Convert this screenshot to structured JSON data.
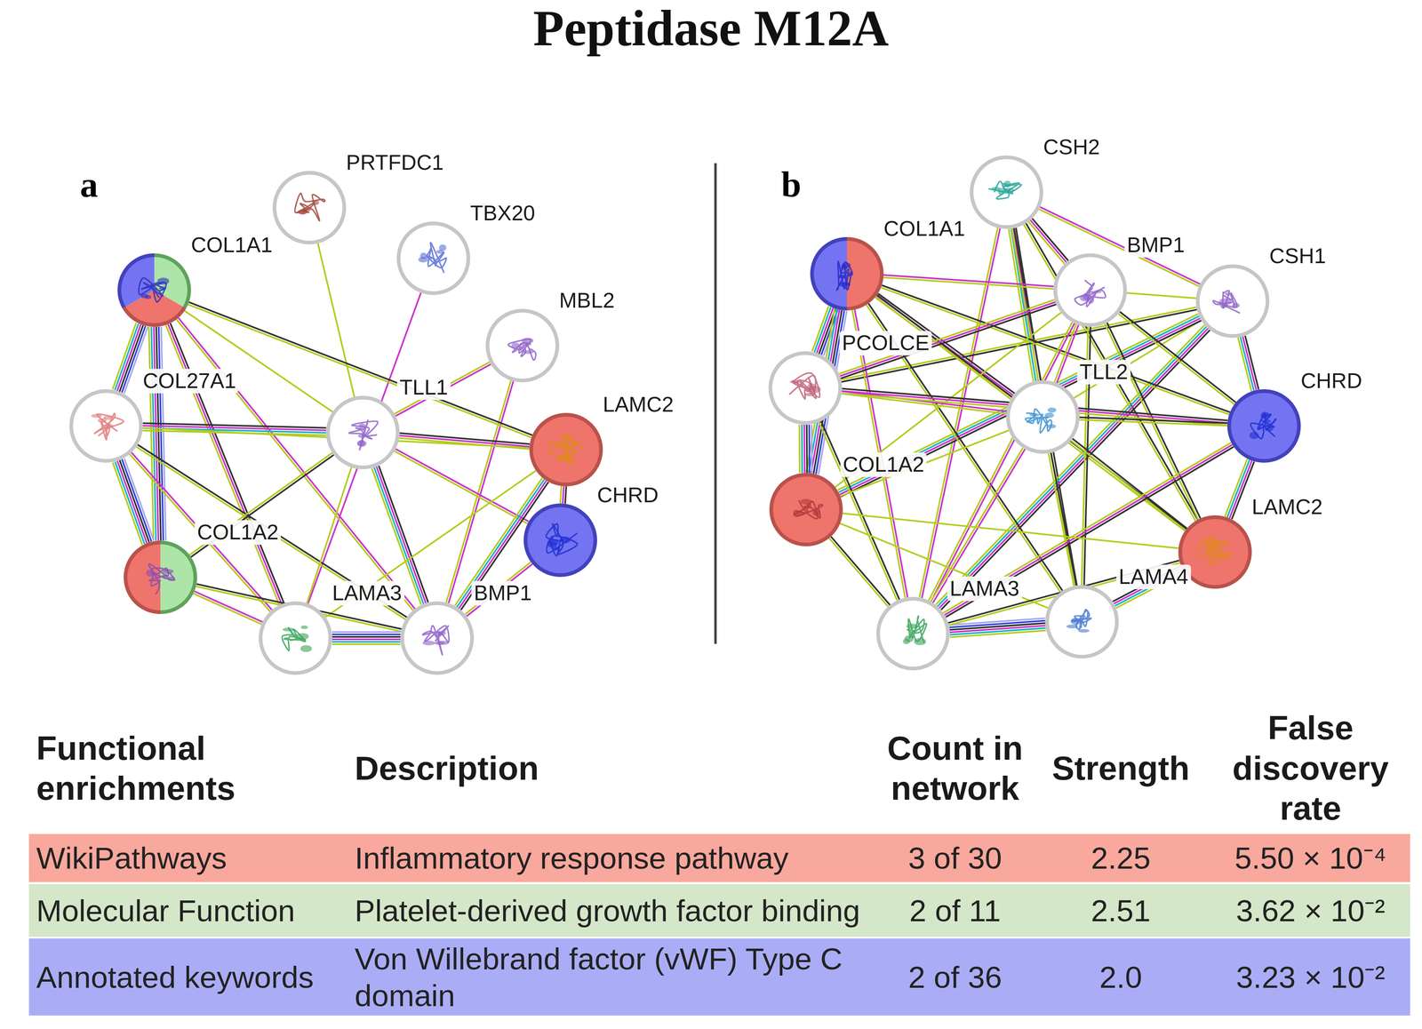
{
  "diagram": {
    "title": "Peptidase M12A",
    "nodes": [
      {
        "text": [
          "PRTFDC1"
        ]
      },
      {
        "text": [
          "TBX20"
        ]
      },
      {
        "text": [
          "COL1A1"
        ]
      },
      {
        "text": [
          "MBL2"
        ]
      },
      {
        "text": [
          "COL27A1"
        ]
      },
      {
        "text": [
          "TLL1"
        ]
      },
      {
        "text": [
          "LAMC2"
        ]
      },
      {
        "text": [
          "CHRD"
        ]
      },
      {
        "text": [
          "COL1A2"
        ]
      },
      {
        "text": [
          "LAMA3"
        ]
      },
      {
        "text": [
          "BMP1"
        ]
      },
      {
        "text": [
          "CSH2"
        ]
      },
      {
        "text": [
          "COL1A1"
        ]
      },
      {
        "text": [
          "BMP1"
        ]
      },
      {
        "text": [
          "CSH1"
        ]
      },
      {
        "text": [
          "PCOLCE"
        ]
      },
      {
        "text": [
          "TLL2"
        ]
      },
      {
        "text": [
          "CHRD"
        ]
      },
      {
        "text": [
          "COL1A2"
        ]
      },
      {
        "text": [
          "LAMC2"
        ]
      },
      {
        "text": [
          "LAMA3"
        ]
      },
      {
        "text": [
          "LAMA4"
        ]
      }
    ],
    "edges": [
      {
        "from": 0,
        "to": 5,
        "arrow": "none"
      },
      {
        "from": 1,
        "to": 9,
        "arrow": "none"
      },
      {
        "from": 3,
        "to": 5,
        "arrow": "none"
      },
      {
        "from": 3,
        "to": 10,
        "arrow": "none"
      },
      {
        "from": 2,
        "to": 4,
        "arrow": "none"
      },
      {
        "from": 2,
        "to": 8,
        "arrow": "none"
      },
      {
        "from": 2,
        "to": 5,
        "arrow": "none"
      },
      {
        "from": 2,
        "to": 9,
        "arrow": "none"
      },
      {
        "from": 2,
        "to": 10,
        "arrow": "none"
      },
      {
        "from": 2,
        "to": 6,
        "arrow": "none"
      },
      {
        "from": 4,
        "to": 8,
        "arrow": "none"
      },
      {
        "from": 4,
        "to": 5,
        "arrow": "none"
      },
      {
        "from": 4,
        "to": 9,
        "arrow": "none"
      },
      {
        "from": 4,
        "to": 10,
        "arrow": "none"
      },
      {
        "from": 4,
        "to": 6,
        "arrow": "none"
      },
      {
        "from": 5,
        "to": 6,
        "arrow": "none"
      },
      {
        "from": 5,
        "to": 7,
        "arrow": "none"
      },
      {
        "from": 5,
        "to": 8,
        "arrow": "none"
      },
      {
        "from": 5,
        "to": 9,
        "arrow": "none"
      },
      {
        "from": 5,
        "to": 10,
        "arrow": "none"
      },
      {
        "from": 6,
        "to": 7,
        "arrow": "none"
      },
      {
        "from": 6,
        "to": 9,
        "arrow": "none"
      },
      {
        "from": 6,
        "to": 10,
        "arrow": "none"
      },
      {
        "from": 7,
        "to": 10,
        "arrow": "none"
      },
      {
        "from": 8,
        "to": 9,
        "arrow": "none"
      },
      {
        "from": 8,
        "to": 10,
        "arrow": "none"
      },
      {
        "from": 9,
        "to": 10,
        "arrow": "none"
      },
      {
        "from": 11,
        "to": 13,
        "arrow": "none"
      },
      {
        "from": 11,
        "to": 14,
        "arrow": "none"
      },
      {
        "from": 11,
        "to": 16,
        "arrow": "none"
      },
      {
        "from": 11,
        "to": 20,
        "arrow": "none"
      },
      {
        "from": 11,
        "to": 21,
        "arrow": "none"
      },
      {
        "from": 11,
        "to": 19,
        "arrow": "none"
      },
      {
        "from": 14,
        "to": 13,
        "arrow": "none"
      },
      {
        "from": 14,
        "to": 16,
        "arrow": "none"
      },
      {
        "from": 14,
        "to": 17,
        "arrow": "none"
      },
      {
        "from": 14,
        "to": 20,
        "arrow": "none"
      },
      {
        "from": 14,
        "to": 18,
        "arrow": "none"
      },
      {
        "from": 14,
        "to": 15,
        "arrow": "none"
      },
      {
        "from": 12,
        "to": 13,
        "arrow": "none"
      },
      {
        "from": 12,
        "to": 15,
        "arrow": "none"
      },
      {
        "from": 12,
        "to": 16,
        "arrow": "none"
      },
      {
        "from": 12,
        "to": 18,
        "arrow": "none"
      },
      {
        "from": 12,
        "to": 20,
        "arrow": "none"
      },
      {
        "from": 12,
        "to": 21,
        "arrow": "none"
      },
      {
        "from": 12,
        "to": 19,
        "arrow": "none"
      },
      {
        "from": 12,
        "to": 17,
        "arrow": "none"
      },
      {
        "from": 13,
        "to": 15,
        "arrow": "none"
      },
      {
        "from": 13,
        "to": 16,
        "arrow": "none"
      },
      {
        "from": 13,
        "to": 17,
        "arrow": "none"
      },
      {
        "from": 13,
        "to": 18,
        "arrow": "none"
      },
      {
        "from": 13,
        "to": 20,
        "arrow": "none"
      },
      {
        "from": 13,
        "to": 21,
        "arrow": "none"
      },
      {
        "from": 13,
        "to": 19,
        "arrow": "none"
      },
      {
        "from": 15,
        "to": 16,
        "arrow": "none"
      },
      {
        "from": 15,
        "to": 18,
        "arrow": "none"
      },
      {
        "from": 15,
        "to": 20,
        "arrow": "none"
      },
      {
        "from": 15,
        "to": 17,
        "arrow": "none"
      },
      {
        "from": 16,
        "to": 17,
        "arrow": "none"
      },
      {
        "from": 16,
        "to": 18,
        "arrow": "none"
      },
      {
        "from": 16,
        "to": 20,
        "arrow": "none"
      },
      {
        "from": 16,
        "to": 21,
        "arrow": "none"
      },
      {
        "from": 16,
        "to": 19,
        "arrow": "none"
      },
      {
        "from": 17,
        "to": 19,
        "arrow": "none"
      },
      {
        "from": 17,
        "to": 20,
        "arrow": "none"
      },
      {
        "from": 18,
        "to": 20,
        "arrow": "none"
      },
      {
        "from": 18,
        "to": 21,
        "arrow": "none"
      },
      {
        "from": 18,
        "to": 19,
        "arrow": "none"
      },
      {
        "from": 20,
        "to": 21,
        "arrow": "none"
      },
      {
        "from": 20,
        "to": 19,
        "arrow": "none"
      },
      {
        "from": 21,
        "to": 19,
        "arrow": "none"
      }
    ],
    "labels": [
      "a",
      "b",
      "Functional enrichments",
      "Description",
      "Count in network",
      "Strength",
      "False discovery rate",
      "WikiPathways",
      "Inflammatory response pathway",
      "3 of 30",
      "2.25",
      "5.50 × 10⁻⁴",
      "Molecular Function",
      "Platelet-derived growth factor binding",
      "2 of 11",
      "2.51",
      "3.62 × 10⁻²",
      "Annotated keywords",
      "Von Willebrand factor (vWF) Type C domain",
      "2 of 36",
      "2.0",
      "3.23 × 10⁻²"
    ]
  }
}
